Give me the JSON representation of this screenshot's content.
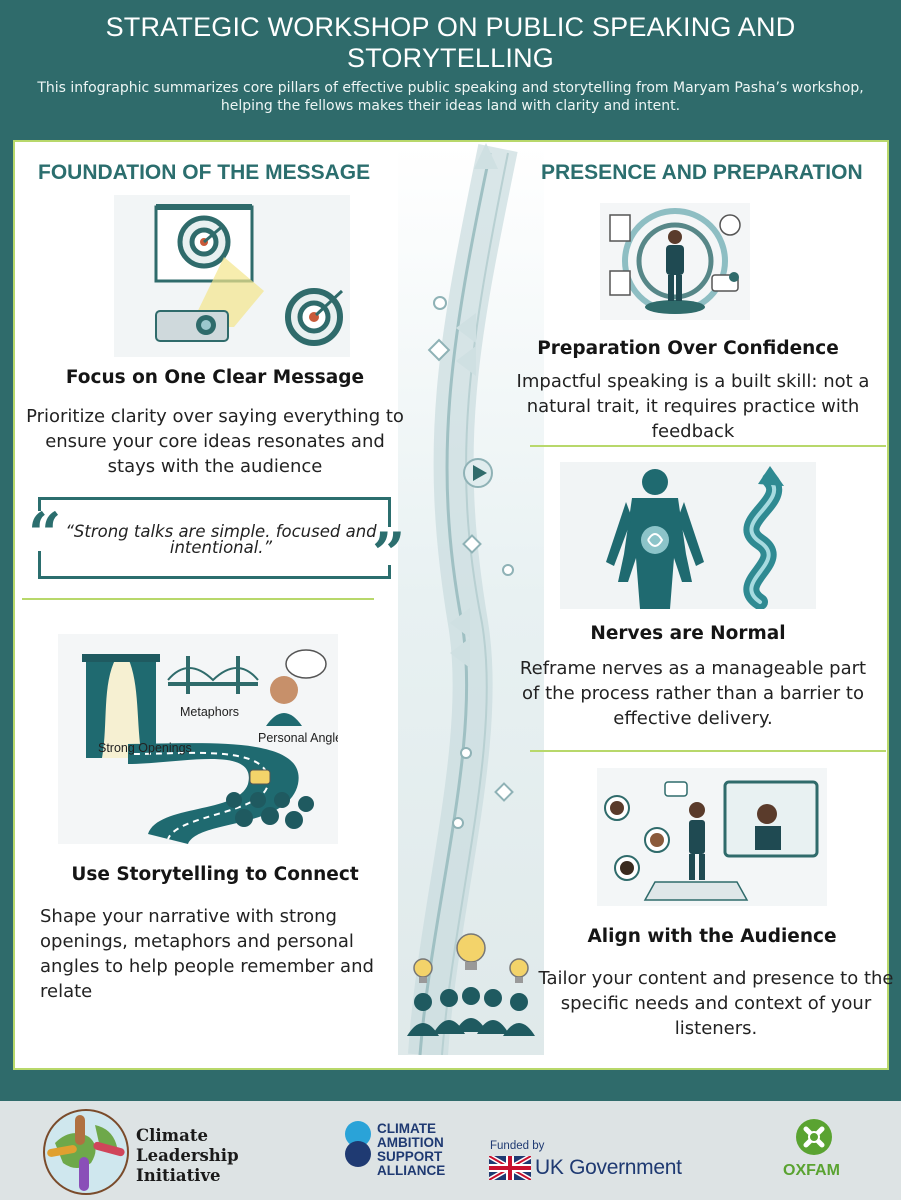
{
  "header": {
    "title": "STRATEGIC WORKSHOP ON PUBLIC SPEAKING AND STORYTELLING",
    "subtitle": "This infographic summarizes core pillars of effective public speaking and storytelling from Maryam Pasha’s workshop, helping the fellows makes their ideas land with clarity and intent."
  },
  "left": {
    "section_title": "FOUNDATION OF THE MESSAGE",
    "card1": {
      "title": "Focus on One Clear Message",
      "body": "Prioritize clarity over saying everything to ensure your core ideas resonates and stays with the audience"
    },
    "quote": "“Strong talks are simple. focused and intentional.”",
    "card2": {
      "labels": {
        "metaphors": "Metaphors",
        "strong_openings": "Strong Openings",
        "personal_angle": "Personal Angle"
      },
      "title": "Use Storytelling to Connect",
      "body": "Shape your narrative with strong openings, metaphors and personal angles to help people remember and relate"
    }
  },
  "right": {
    "section_title": "PRESENCE AND PREPARATION",
    "card1": {
      "title": "Preparation Over Confidence",
      "body": "Impactful speaking is a built skill: not a natural trait, it requires practice with feedback"
    },
    "card2": {
      "title": "Nerves are Normal",
      "body": "Reframe nerves as a manageable part of the process rather than a barrier to effective delivery."
    },
    "card3": {
      "title": "Align with the Audience",
      "body": "Tailor your content and presence to the specific needs and context of your listeners."
    }
  },
  "footer": {
    "cli": "Climate Leadership Initiative",
    "casa": "CLIMATE AMBITION SUPPORT ALLIANCE",
    "funded_by": "Funded by",
    "uk_gov": "UK Government",
    "oxfam": "OXFAM"
  },
  "colors": {
    "teal_dark": "#2f6b6b",
    "teal_text": "#2b6e6e",
    "lime_accent": "#b8d86b",
    "footer_bg": "#dde3e4"
  }
}
